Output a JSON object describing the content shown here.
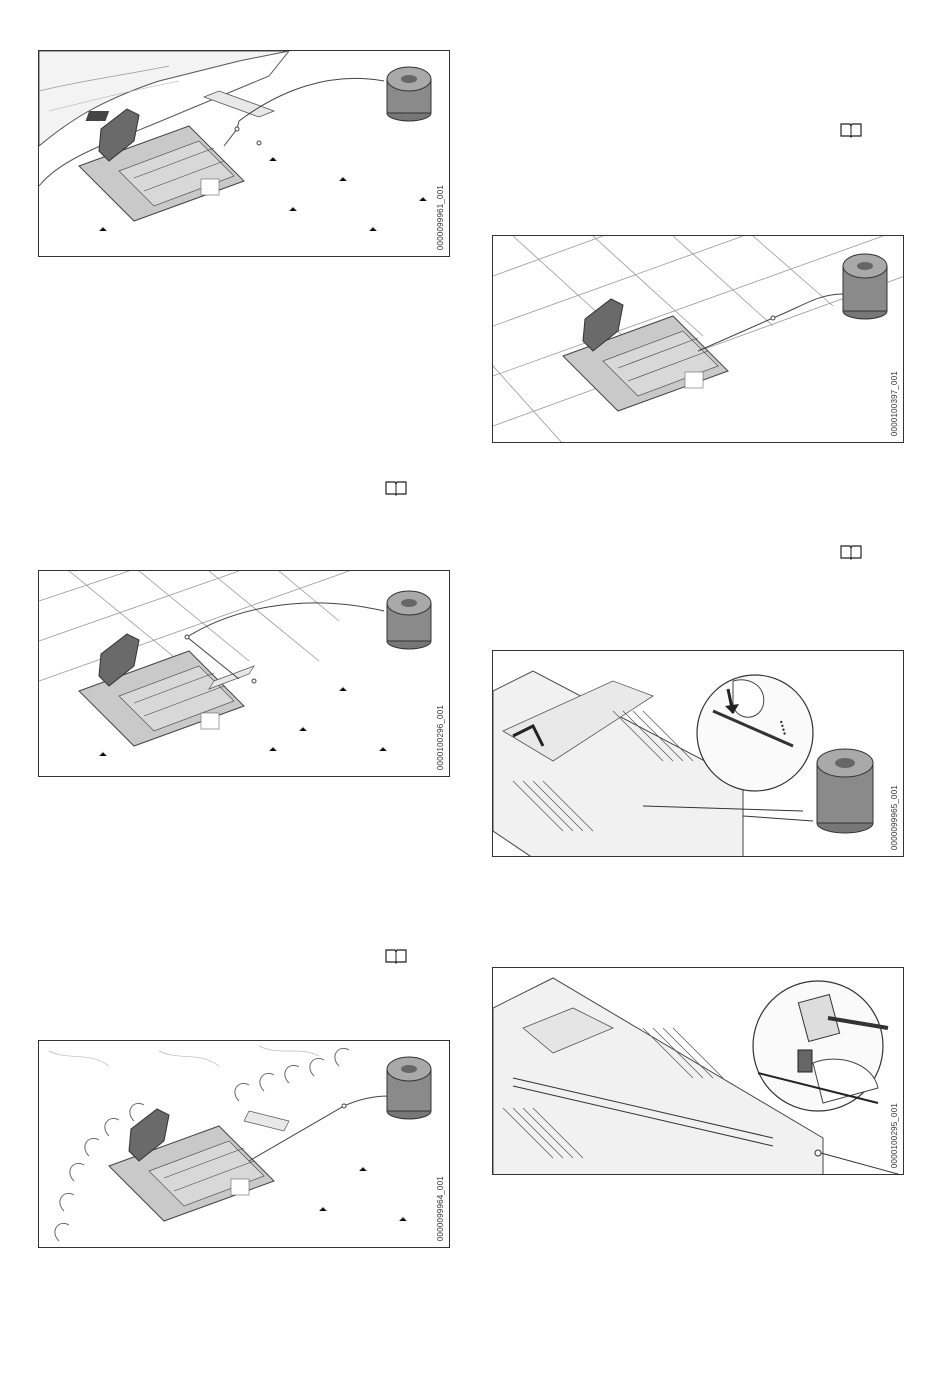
{
  "figures": [
    {
      "id": "fig1",
      "code": "0000099961_001",
      "scene": "wall"
    },
    {
      "id": "fig2",
      "code": "0000100296_001",
      "scene": "tiles"
    },
    {
      "id": "fig3",
      "code": "0000099964_001",
      "scene": "hedge"
    },
    {
      "id": "fig4",
      "code": "0000100397_001",
      "scene": "tiles-flat"
    },
    {
      "id": "fig5",
      "code": "0000099965_001",
      "scene": "closeup-press"
    },
    {
      "id": "fig6",
      "code": "0000100295_001",
      "scene": "closeup-hammer"
    }
  ],
  "icons": {
    "manual": "book-icon"
  },
  "colors": {
    "line": "#444444",
    "base_fill": "#c9c9c9",
    "dark_fill": "#6a6a6a",
    "spool": "#8a8a8a"
  }
}
